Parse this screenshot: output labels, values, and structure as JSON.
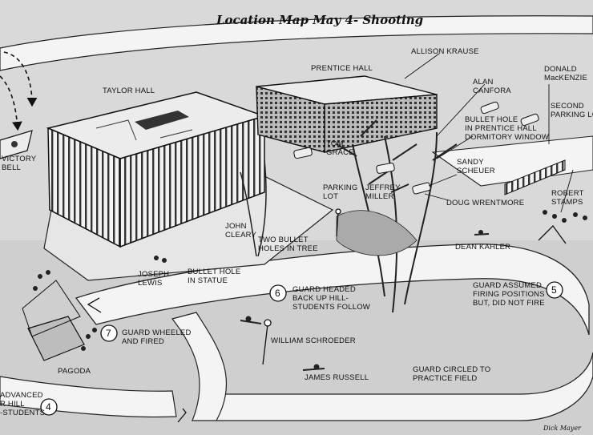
{
  "title": "Location Map May 4- Shooting",
  "signature": "Dick Mayer",
  "buildings": {
    "taylor_hall": "TAYLOR HALL",
    "prentice_hall": "PRENTICE HALL",
    "victory_bell": "VICTORY\nBELL",
    "pagoda": "PAGODA"
  },
  "places": {
    "second_parking_lot": "SECOND\nPARKING LOT",
    "parking_lot": "PARKING\nLOT",
    "bullet_hole_prentice": "BULLET HOLE\nIN PRENTICE HALL\nDORMITORY WINDOW",
    "two_bullet_holes": "TWO BULLET\nHOLES IN TREE",
    "bullet_hole_statue": "BULLET HOLE\nIN STATUE"
  },
  "people": {
    "allison_krause": "ALLISON KRAUSE",
    "donald_mackenzie": "DONALD\nMacKENZIE",
    "alan_canfora": "ALAN\nCANFORA",
    "tom_grace": "TOM\nGRACE",
    "jeffrey_miller": "JEFFREY\nMILLER",
    "sandy_scheuer": "SANDY\nSCHEUER",
    "doug_wrentmore": "DOUG WRENTMORE",
    "robert_stamps": "ROBERT\nSTAMPS",
    "dean_kahler": "DEAN KAHLER",
    "john_cleary": "JOHN\nCLEARY",
    "joseph_lewis": "JOSEPH\nLEWIS",
    "william_schroeder": "WILLIAM SCHROEDER",
    "james_russell": "JAMES RUSSELL"
  },
  "steps": [
    {
      "number": "4",
      "text": "ADVANCED\nR HILL\n-STUDENTS"
    },
    {
      "number": "5",
      "text": "GUARD ASSUMED\nFIRING POSITIONS\nBUT, DID NOT FIRE"
    },
    {
      "number": "6",
      "text": "GUARD HEADED\nBACK UP HILL-\nSTUDENTS FOLLOW"
    },
    {
      "number": "7",
      "text": "GUARD WHEELED\nAND FIRED"
    }
  ],
  "route_note": "GUARD CIRCLED TO\nPRACTICE FIELD",
  "colors": {
    "paper": "#d9d9d9",
    "ink": "#111111",
    "path": "#f4f4f4",
    "lawn": "#cfcfcf"
  }
}
